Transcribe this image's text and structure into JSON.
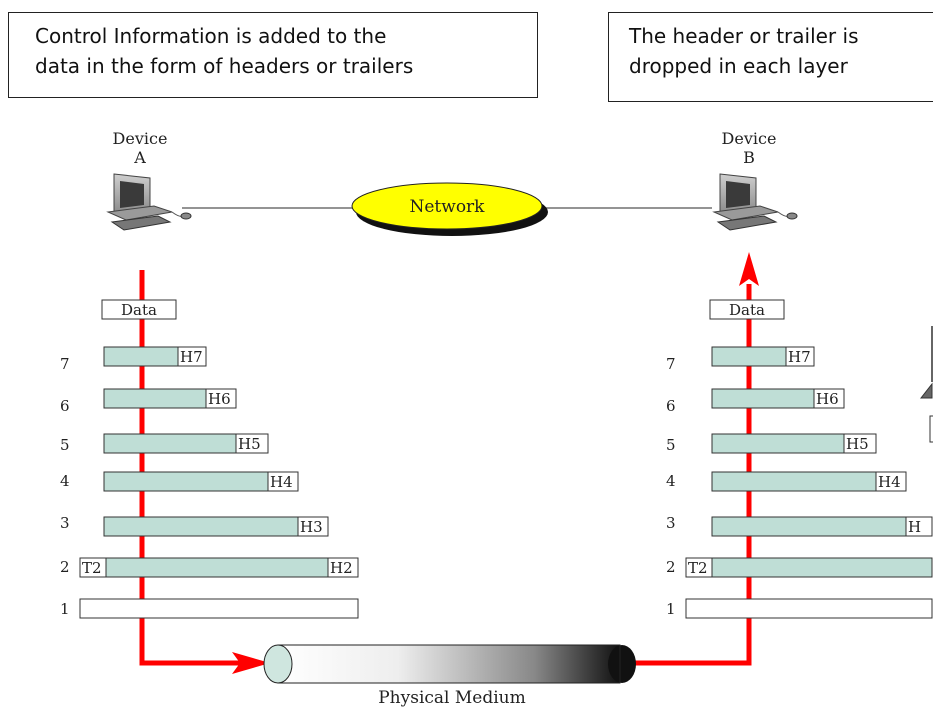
{
  "callouts": {
    "left": [
      "Control Information is added to the",
      "data in the form of headers or trailers"
    ],
    "right": [
      "The header or trailer is",
      "dropped in each layer"
    ]
  },
  "devices": {
    "a": {
      "line1": "Device",
      "line2": "A"
    },
    "b": {
      "line1": "Device",
      "line2": "B"
    }
  },
  "network_label": "Network",
  "medium_label": "Physical Medium",
  "data_label": "Data",
  "layers": [
    "7",
    "6",
    "5",
    "4",
    "3",
    "2",
    "1"
  ],
  "headers": [
    "H7",
    "H6",
    "H5",
    "H4",
    "H3",
    "H2"
  ],
  "trailer": "T2",
  "colors": {
    "packet_fill": "#bfded6",
    "arrow": "#ff0000",
    "network_fill": "#ffff00",
    "medium_end": "#111111"
  }
}
